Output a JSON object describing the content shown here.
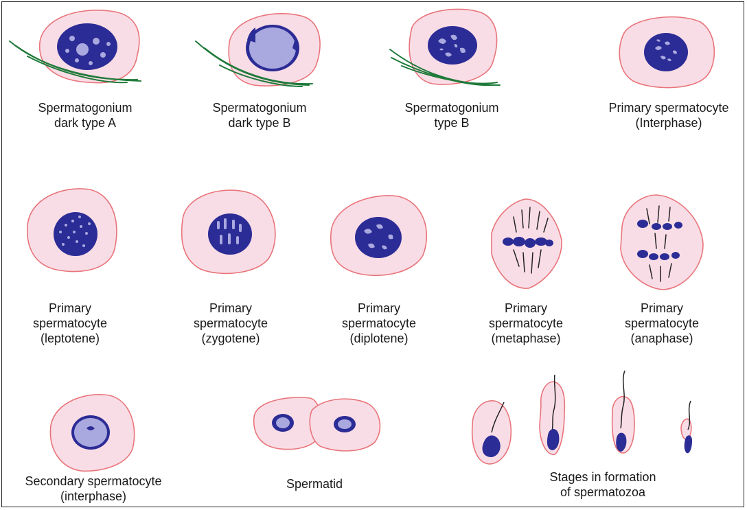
{
  "colors": {
    "cytoplasm": "#f9dde6",
    "membrane": "#e8747a",
    "nucleus": "#2c2c96",
    "nucleoplasm": "#a9a9e0",
    "fibre": "#1f7a3a",
    "chromosome_line": "#222222"
  },
  "labels": {
    "sg_dark_a": [
      "Spermatogonium",
      "dark type A"
    ],
    "sg_dark_b": [
      "Spermatogonium",
      "dark type B"
    ],
    "sg_type_b": [
      "Spermatogonium",
      "type B"
    ],
    "ps_interphase": [
      "Primary spermatocyte",
      "(Interphase)"
    ],
    "ps_leptotene": [
      "Primary",
      "spermatocyte",
      "(leptotene)"
    ],
    "ps_zygotene": [
      "Primary",
      "spermatocyte",
      "(zygotene)"
    ],
    "ps_diplotene": [
      "Primary",
      "spermatocyte",
      "(diplotene)"
    ],
    "ps_metaphase": [
      "Primary",
      "spermatocyte",
      "(metaphase)"
    ],
    "ps_anaphase": [
      "Primary",
      "spermatocyte",
      "(anaphase)"
    ],
    "ss_interphase": [
      "Secondary spermatocyte",
      "(interphase)"
    ],
    "spermatid": [
      "Spermatid"
    ],
    "spermatozoa": [
      "Stages in formation",
      "of spermatozoa"
    ]
  }
}
